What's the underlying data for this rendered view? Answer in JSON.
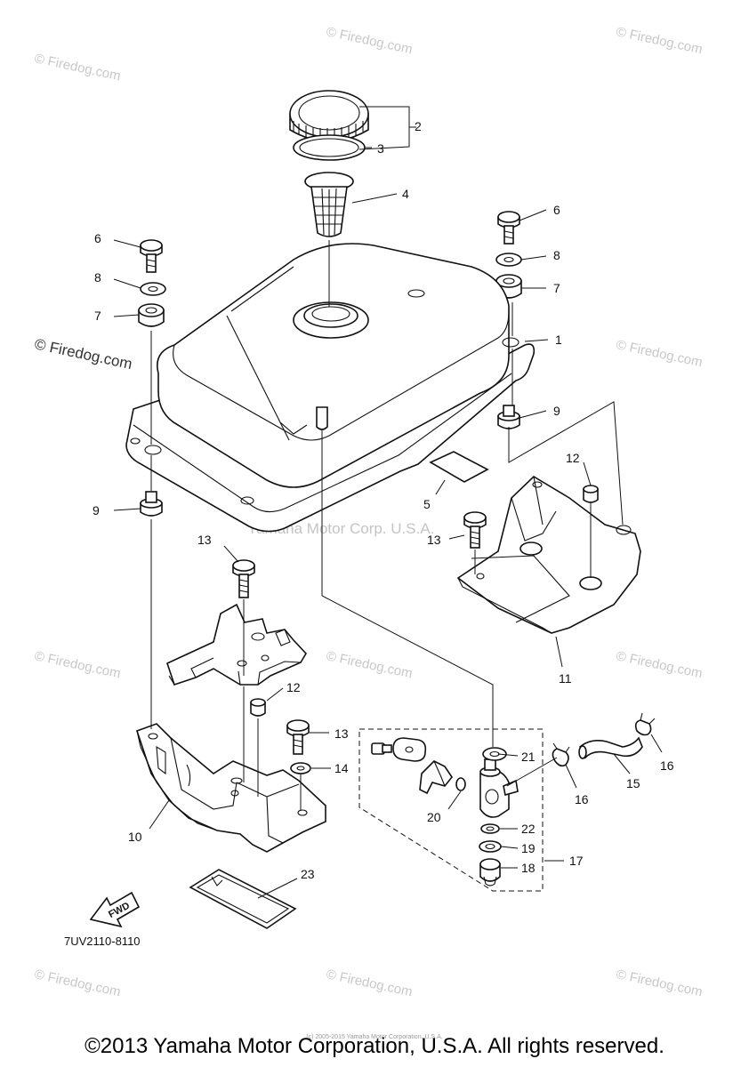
{
  "watermark": {
    "text": "© Firedog.com",
    "dark_text": "© Firedog.com",
    "manufacturer_text": "Yamaha Motor Corp. U.S.A."
  },
  "callouts": [
    {
      "id": "c1",
      "text": "1"
    },
    {
      "id": "c2",
      "text": "2"
    },
    {
      "id": "c3",
      "text": "3"
    },
    {
      "id": "c4",
      "text": "4"
    },
    {
      "id": "c5",
      "text": "5"
    },
    {
      "id": "c6a",
      "text": "6"
    },
    {
      "id": "c6b",
      "text": "6"
    },
    {
      "id": "c7a",
      "text": "7"
    },
    {
      "id": "c7b",
      "text": "7"
    },
    {
      "id": "c8a",
      "text": "8"
    },
    {
      "id": "c8b",
      "text": "8"
    },
    {
      "id": "c9a",
      "text": "9"
    },
    {
      "id": "c9b",
      "text": "9"
    },
    {
      "id": "c10",
      "text": "10"
    },
    {
      "id": "c11",
      "text": "11"
    },
    {
      "id": "c12a",
      "text": "12"
    },
    {
      "id": "c12b",
      "text": "12"
    },
    {
      "id": "c13a",
      "text": "13"
    },
    {
      "id": "c13b",
      "text": "13"
    },
    {
      "id": "c13c",
      "text": "13"
    },
    {
      "id": "c14",
      "text": "14"
    },
    {
      "id": "c15",
      "text": "15"
    },
    {
      "id": "c16a",
      "text": "16"
    },
    {
      "id": "c16b",
      "text": "16"
    },
    {
      "id": "c17",
      "text": "17"
    },
    {
      "id": "c18",
      "text": "18"
    },
    {
      "id": "c19",
      "text": "19"
    },
    {
      "id": "c20",
      "text": "20"
    },
    {
      "id": "c21",
      "text": "21"
    },
    {
      "id": "c22",
      "text": "22"
    },
    {
      "id": "c23",
      "text": "23"
    }
  ],
  "fwd_label": "FWD",
  "diagram_code": "7UV2110-8110",
  "small_print": "(c) 2005-2015 Yamaha Motor Corporation, U.S.A.",
  "copyright": "©2013 Yamaha Motor Corporation, U.S.A. All rights reserved."
}
